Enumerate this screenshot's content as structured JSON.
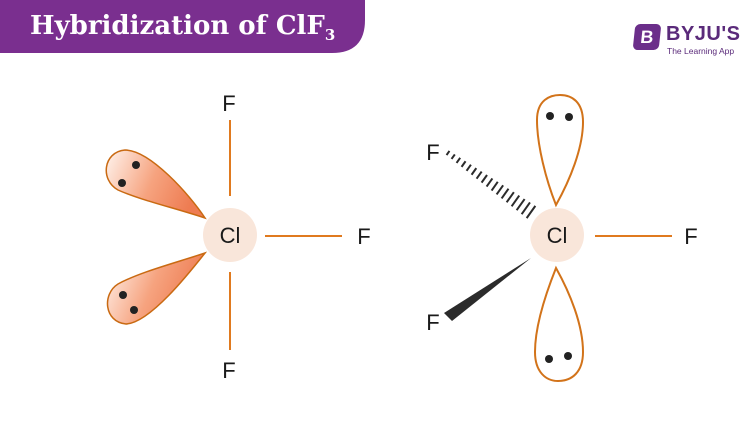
{
  "header": {
    "title": "Hybridization of ClF",
    "subscript": "3"
  },
  "brand": {
    "mark": "B",
    "name": "BYJU'S",
    "tagline": "The Learning App"
  },
  "colors": {
    "banner": "#7a2f8f",
    "bond": "#e07a1f",
    "lobe_fill": "#f08a60",
    "lobe_outline": "#c96a12",
    "atom_bg": "#f9e6da",
    "electron": "#222222"
  },
  "left_structure": {
    "central_atom": "Cl",
    "bonded_atoms": [
      "F",
      "F",
      "F"
    ]
  },
  "right_structure": {
    "central_atom": "Cl",
    "bonded_atoms": [
      "F",
      "F",
      "F"
    ]
  }
}
